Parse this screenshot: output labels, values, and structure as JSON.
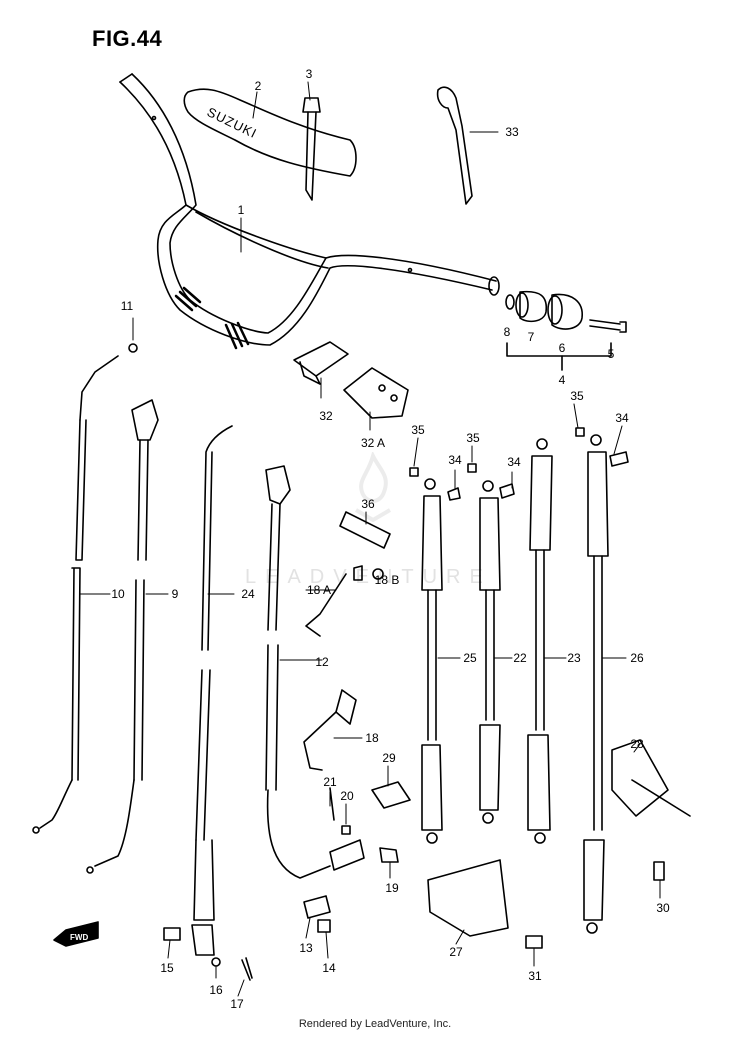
{
  "figure": {
    "title": "FIG.44"
  },
  "handlebar": {
    "brand_text": "SUZUKI"
  },
  "watermark": {
    "text": "LEADVENTURE"
  },
  "orientation": {
    "fwd_label": "FWD"
  },
  "footer": {
    "text": "Rendered by LeadVenture, Inc."
  },
  "callouts": [
    {
      "id": "c-1",
      "label": "1"
    },
    {
      "id": "c-2",
      "label": "2"
    },
    {
      "id": "c-3",
      "label": "3"
    },
    {
      "id": "c-33",
      "label": "33"
    },
    {
      "id": "c-4",
      "label": "4"
    },
    {
      "id": "c-5",
      "label": "5"
    },
    {
      "id": "c-6",
      "label": "6"
    },
    {
      "id": "c-7",
      "label": "7"
    },
    {
      "id": "c-8",
      "label": "8"
    },
    {
      "id": "c-11",
      "label": "11"
    },
    {
      "id": "c-32",
      "label": "32"
    },
    {
      "id": "c-32a",
      "label": "32 A"
    },
    {
      "id": "c-35a",
      "label": "35"
    },
    {
      "id": "c-35b",
      "label": "35"
    },
    {
      "id": "c-35c",
      "label": "35"
    },
    {
      "id": "c-34a",
      "label": "34"
    },
    {
      "id": "c-34b",
      "label": "34"
    },
    {
      "id": "c-34c",
      "label": "34"
    },
    {
      "id": "c-36",
      "label": "36"
    },
    {
      "id": "c-18a",
      "label": "18 A"
    },
    {
      "id": "c-18b",
      "label": "18 B"
    },
    {
      "id": "c-10",
      "label": "10"
    },
    {
      "id": "c-9",
      "label": "9"
    },
    {
      "id": "c-24",
      "label": "24"
    },
    {
      "id": "c-12",
      "label": "12"
    },
    {
      "id": "c-25",
      "label": "25"
    },
    {
      "id": "c-22",
      "label": "22"
    },
    {
      "id": "c-23",
      "label": "23"
    },
    {
      "id": "c-26",
      "label": "26"
    },
    {
      "id": "c-18",
      "label": "18"
    },
    {
      "id": "c-29",
      "label": "29"
    },
    {
      "id": "c-28",
      "label": "28"
    },
    {
      "id": "c-21",
      "label": "21"
    },
    {
      "id": "c-20",
      "label": "20"
    },
    {
      "id": "c-19",
      "label": "19"
    },
    {
      "id": "c-30",
      "label": "30"
    },
    {
      "id": "c-27",
      "label": "27"
    },
    {
      "id": "c-13",
      "label": "13"
    },
    {
      "id": "c-14",
      "label": "14"
    },
    {
      "id": "c-15",
      "label": "15"
    },
    {
      "id": "c-16",
      "label": "16"
    },
    {
      "id": "c-17",
      "label": "17"
    },
    {
      "id": "c-31",
      "label": "31"
    }
  ]
}
